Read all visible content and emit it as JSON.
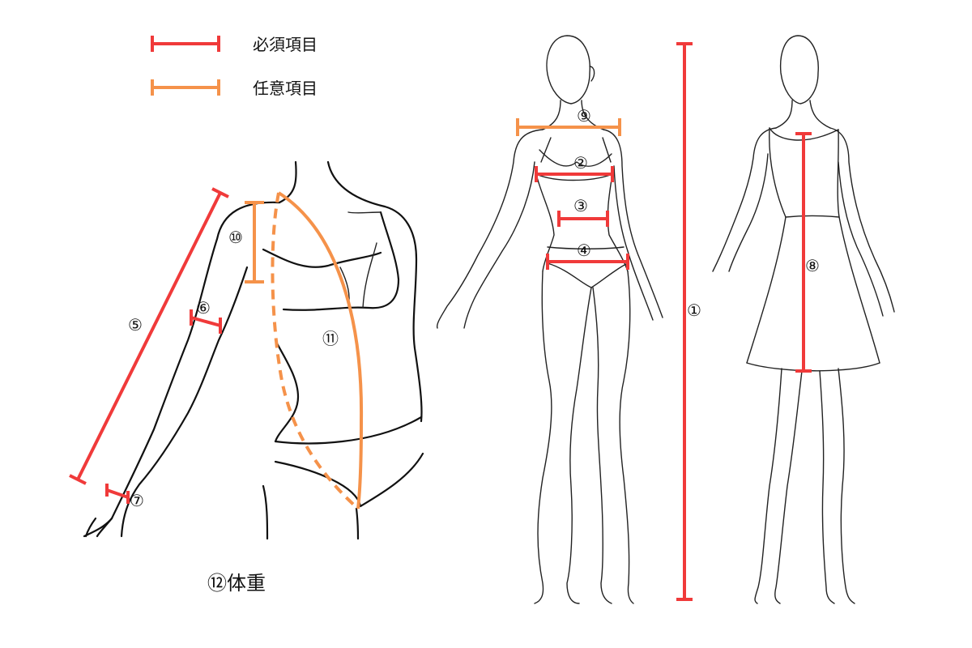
{
  "legend": {
    "required_label": "必須項目",
    "optional_label": "任意項目",
    "required_color": "#f03a3a",
    "optional_color": "#f5924a"
  },
  "measurements": [
    {
      "id": "1",
      "symbol": "①",
      "type": "required"
    },
    {
      "id": "2",
      "symbol": "②",
      "type": "required"
    },
    {
      "id": "3",
      "symbol": "③",
      "type": "required"
    },
    {
      "id": "4",
      "symbol": "④",
      "type": "required"
    },
    {
      "id": "5",
      "symbol": "⑤",
      "type": "required"
    },
    {
      "id": "6",
      "symbol": "⑥",
      "type": "required"
    },
    {
      "id": "7",
      "symbol": "⑦",
      "type": "required"
    },
    {
      "id": "8",
      "symbol": "⑧",
      "type": "required"
    },
    {
      "id": "9",
      "symbol": "⑨",
      "type": "optional"
    },
    {
      "id": "10",
      "symbol": "⑩",
      "type": "optional"
    },
    {
      "id": "11",
      "symbol": "⑪",
      "type": "optional"
    }
  ],
  "weight_label": "⑫体重"
}
